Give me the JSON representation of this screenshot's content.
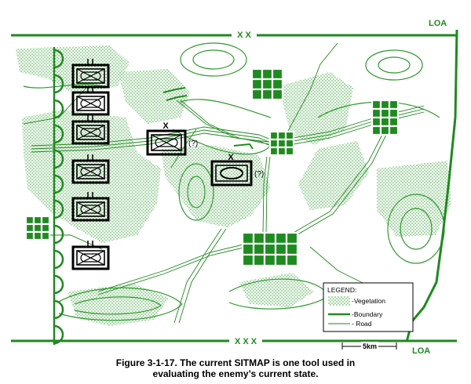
{
  "map": {
    "labels": {
      "loa_top": "LOA",
      "loa_bottom": "LOA",
      "boundary_top": "X X",
      "boundary_bottom": "X X X",
      "unit_mark_1": "X",
      "unit_mark_2": "X",
      "unknown_1": "(?)",
      "unknown_2": "(?)"
    },
    "scale": {
      "label": "5km"
    },
    "legend": {
      "title": "LEGEND:",
      "items": [
        {
          "label": "-Vegetation"
        },
        {
          "label": "-Boundary"
        },
        {
          "label": "- Road"
        }
      ]
    },
    "colors": {
      "green": "#1f8a1f",
      "vegetation": "#8fc98f",
      "ink": "#000000"
    }
  },
  "caption": {
    "line1": "Figure 3-1-17.  The current SITMAP is one tool used in",
    "line2": "evaluating the enemy’s current state."
  }
}
